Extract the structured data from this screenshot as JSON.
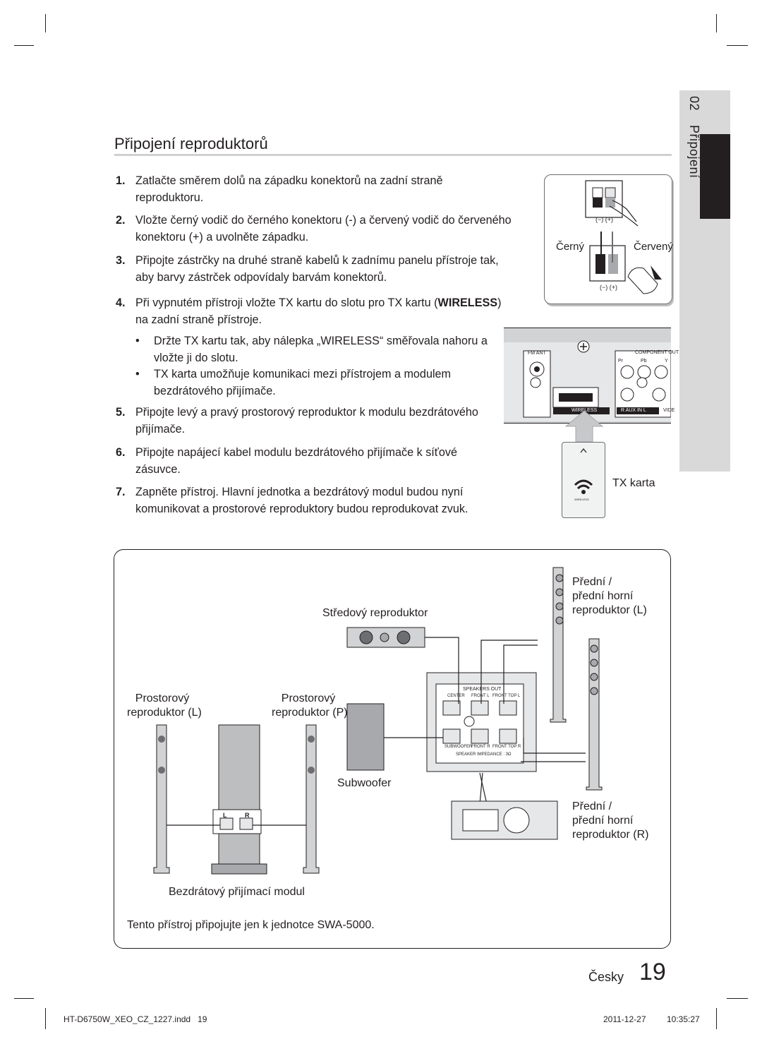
{
  "side_tab": {
    "number": "02",
    "section": "Připojení"
  },
  "title": "Připojení reproduktorů",
  "steps": [
    {
      "num": "1.",
      "text": "Zatlačte směrem dolů na západku konektorů na zadní straně reproduktoru."
    },
    {
      "num": "2.",
      "text": "Vložte černý vodič do černého konektoru (-) a červený vodič do červeného konektoru (+) a uvolněte západku."
    },
    {
      "num": "3.",
      "text": "Připojte zástrčky na druhé straně kabelů k zadnímu panelu přístroje tak, aby barvy zástrček odpovídaly barvám konektorů."
    },
    {
      "num": "4.",
      "text_before": "Při vypnutém přístroji vložte TX kartu do slotu pro TX kartu (",
      "text_emph": "WIRELESS",
      "text_after": ") na zadní straně přístroje."
    },
    {
      "num": "5.",
      "text": "Připojte levý a pravý prostorový reproduktor k modulu bezdrátového přijímače."
    },
    {
      "num": "6.",
      "text": "Připojte napájecí kabel modulu bezdrátového přijímače k síťové zásuvce."
    },
    {
      "num": "7.",
      "text": "Zapněte přístroj. Hlavní jednotka a bezdrátový modul budou nyní komunikovat a prostorové reproduktory budou reprodukovat zvuk."
    }
  ],
  "bullets": [
    {
      "dot": "•",
      "text": "Držte TX kartu tak, aby nálepka „WIRELESS“ směřovala nahoru a vložte ji do slotu."
    },
    {
      "dot": "•",
      "text": "TX karta umožňuje komunikaci mezi přístrojem a modulem bezdrátového přijímače."
    }
  ],
  "connector_diagram": {
    "polarity": "(−) (+)",
    "black_label": "Černý",
    "red_label": "Červený"
  },
  "panel": {
    "fm_ant": "FM ANT",
    "component_out": "COMPONENT OUT",
    "pr": "Pr",
    "pb": "Pb",
    "y": "Y",
    "wireless": "WIRELESS",
    "aux_in": "AUX IN",
    "aux_r": "R",
    "aux_l": "L",
    "video": "VIDE"
  },
  "tx_card_label": "TX karta",
  "tx_card_small": "WIRELESS",
  "diagram": {
    "center_label": "Středový reproduktor",
    "front_l_label": [
      "Přední /",
      "přední horní",
      "reproduktor (L)"
    ],
    "front_r_label": [
      "Přední /",
      "přední horní",
      "reproduktor (R)"
    ],
    "surround_l_label": [
      "Prostorový",
      "reproduktor (L)"
    ],
    "surround_r_label": [
      "Prostorový",
      "reproduktor (P)"
    ],
    "subwoofer_label": "Subwoofer",
    "wireless_module_label": "Bezdrátový přijímací modul",
    "speakers_out": "SPEAKERS OUT",
    "top_row": [
      "CENTER",
      "FRONT L",
      "FRONT TOP L"
    ],
    "bottom_row": [
      "SUBWOOFER",
      "FRONT R",
      "FRONT TOP R"
    ],
    "impedance": "SPEAKER IMPEDANCE : 3Ω",
    "module_l": "L",
    "module_r": "R",
    "note": "Tento přístroj připojujte jen k jednotce SWA-5000."
  },
  "page_lang": "Česky",
  "page_number": "19",
  "footer": {
    "file": "HT-D6750W_XEO_CZ_1227.indd   19",
    "date": "2011-12-27",
    "time": "10:35:27"
  }
}
